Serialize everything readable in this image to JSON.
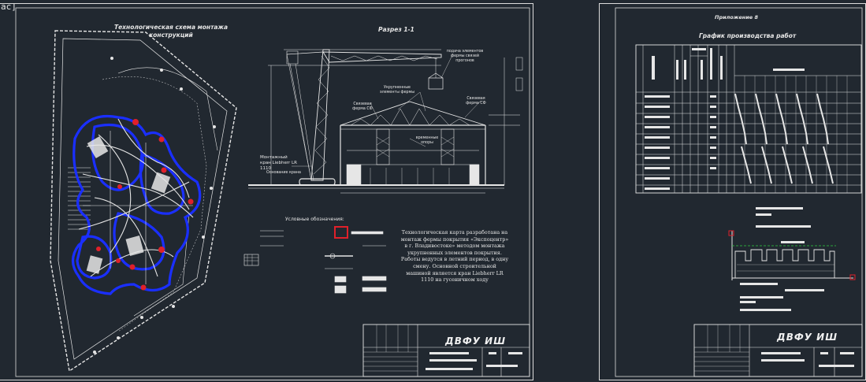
{
  "window": {
    "tab_label": "ac]"
  },
  "sheet1": {
    "plan_title": "Технологическая схема монтажа конструкций",
    "section_title": "Разрез 1-1",
    "crane_name": "Монтажный кран Liebherr LR 1110",
    "labels": {
      "lifted_element": "подача элементов фермы связей прогонов",
      "enlarged": "Укрупненные элементы фермы",
      "truss_left": "Связевая ферма СФ",
      "truss_right": "Связевая ферма СФ",
      "mounting_base": "Основание крана",
      "temp_support": "временные опоры"
    },
    "legend_title": "Условные обозначения:",
    "note": "Технологическая карта разработана на монтаж фермы покрытия «Экспоцентр» в г. Владивостоке» методом монтажа укрупненных элементов покрытия. Работы ведутся в летний период, в одну смену. Основной строительной машиной является кран Liebherr LR 1110 на гусеничном ходу",
    "stamp": "ДВФУ ИШ"
  },
  "sheet2": {
    "appendix": "Приложение 8",
    "title": "График производства работ",
    "stamp": "ДВФУ ИШ"
  },
  "colors": {
    "background": "#212830",
    "lines": "#e6e6e6",
    "blue": "#1a2fff",
    "red": "#e0202a",
    "green": "#2ecc40"
  }
}
